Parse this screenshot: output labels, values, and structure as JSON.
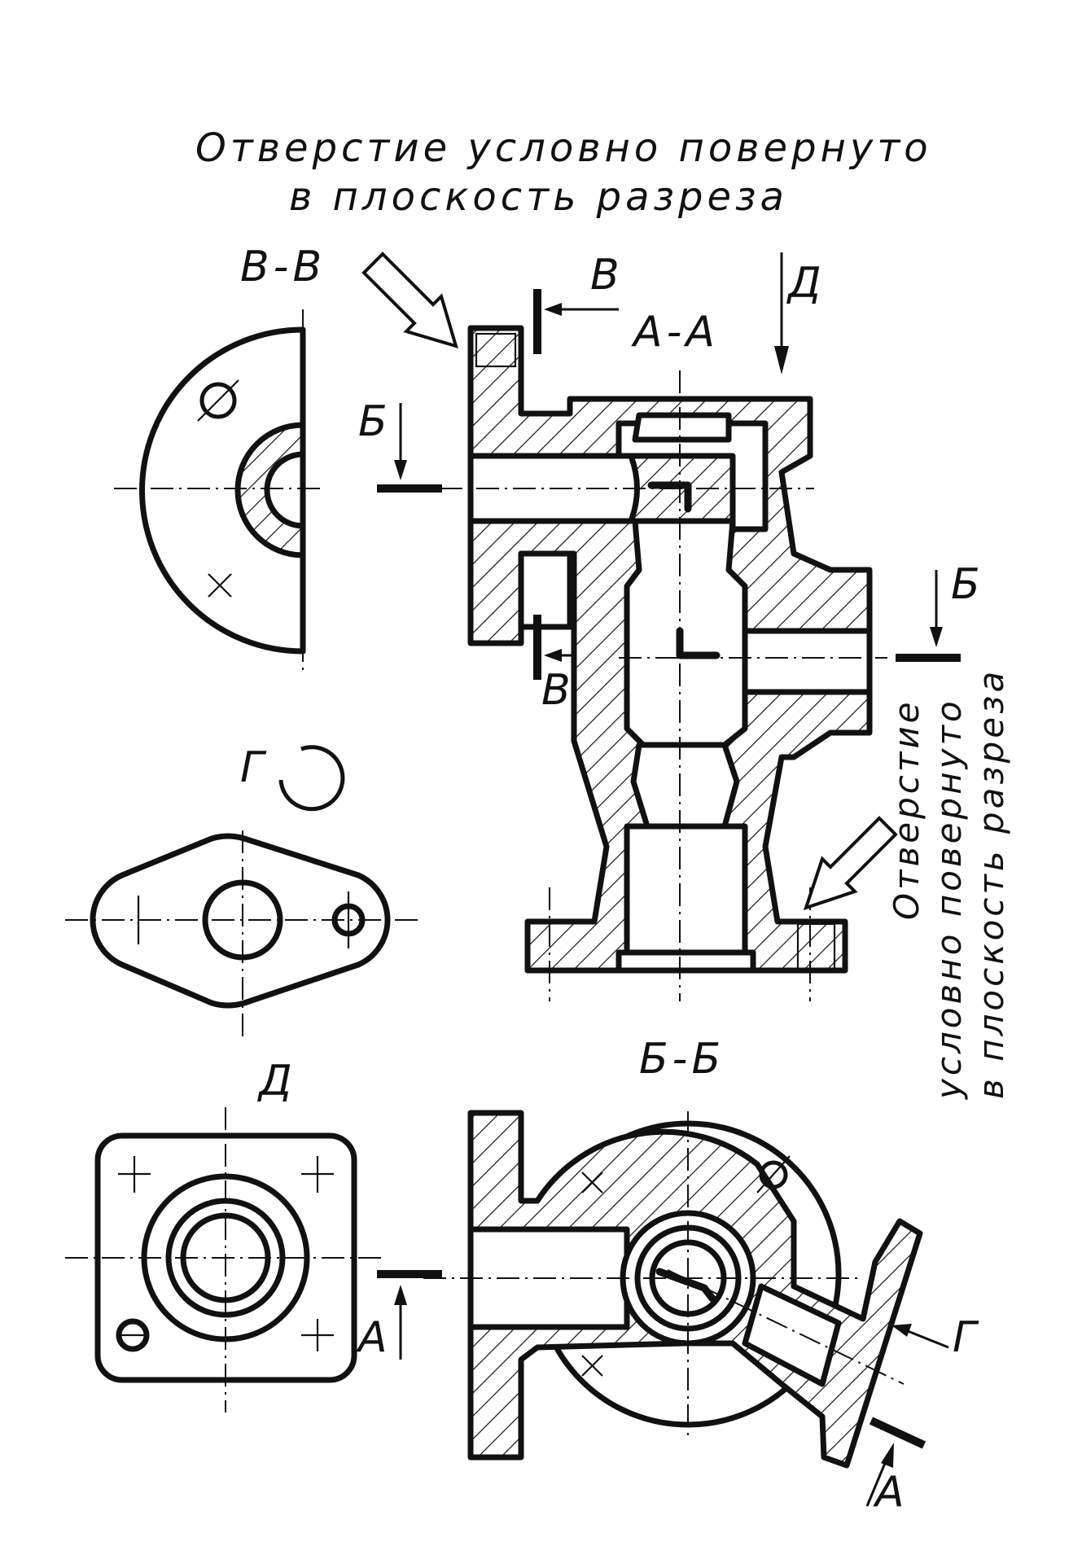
{
  "drawing": {
    "note_top": {
      "line1": "Отверстие условно повернуто",
      "line2": "в плоскость разреза"
    },
    "note_side": {
      "line1": "Отверстие",
      "line2": "условно повернуто",
      "line3": "в плоскость разреза"
    },
    "views": {
      "section_vv": "В-В",
      "section_aa": "А-А",
      "view_g": "Г",
      "view_d": "Д",
      "section_bb": "Б-Б"
    },
    "cut_letters": {
      "v_top": "В",
      "v_bottom": "В",
      "b_left": "Б",
      "b_right": "Б",
      "d_arrow": "Д",
      "a_left": "А",
      "a_right": "А",
      "g_arrow": "Г"
    }
  }
}
